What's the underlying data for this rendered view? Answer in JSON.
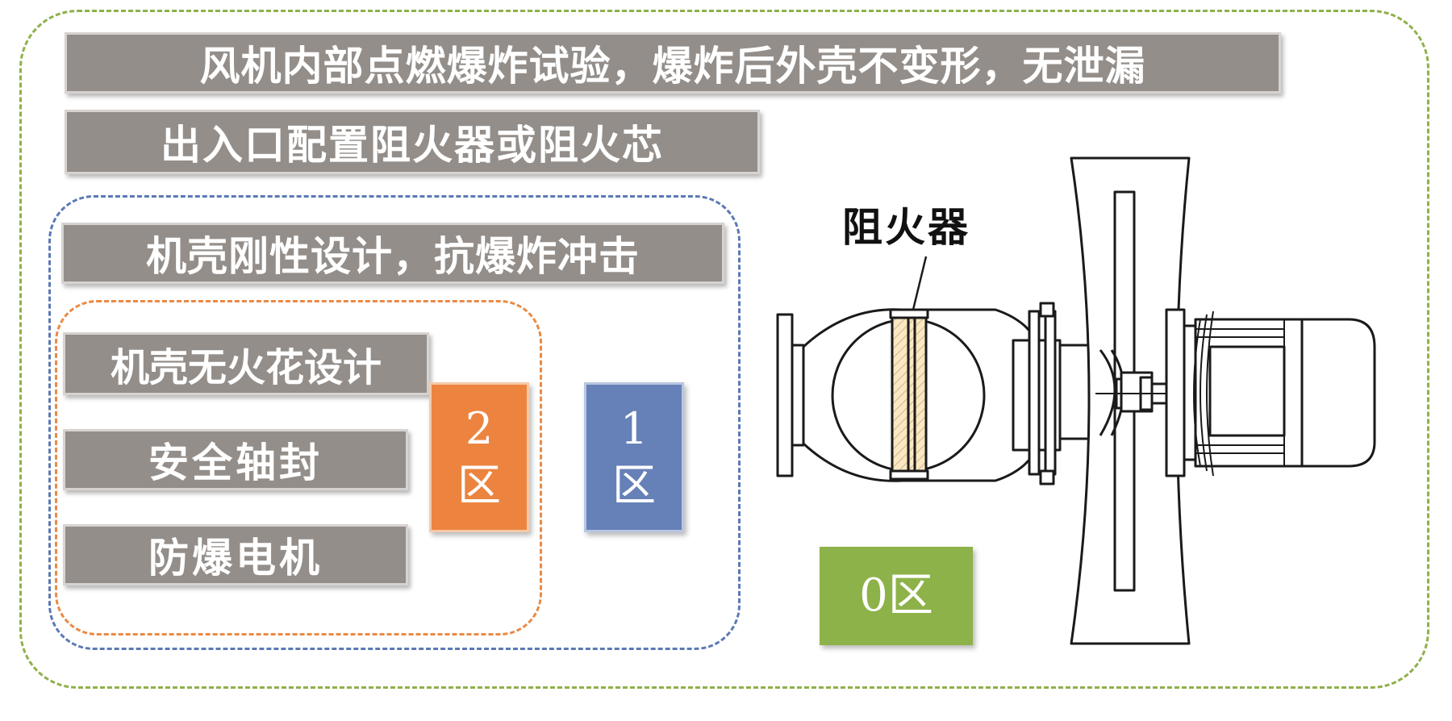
{
  "labels": {
    "internal_test": "风机内部点燃爆炸试验，爆炸后外壳不变形，无泄漏",
    "arrester_config": "出入口配置阻火器或阻火芯",
    "rigid_casing": "机壳刚性设计，抗爆炸冲击",
    "no_spark_casing": "机壳无火花设计",
    "safety_seal": "安全轴封",
    "explosion_proof_motor": "防爆电机"
  },
  "zones": {
    "zone2": {
      "number": "2",
      "char": "区"
    },
    "zone1": {
      "number": "1",
      "char": "区"
    },
    "zone0": {
      "number": "0",
      "char": "区"
    }
  },
  "diagram": {
    "arrester_label": "阻火器"
  },
  "colors": {
    "label_bg": "#948e8a",
    "zone2": "#ec843f",
    "zone1": "#6681b7",
    "zone0": "#8db249",
    "frame_green": "#8fb04a",
    "frame_blue": "#5b79b4",
    "frame_orange": "#ea8a45",
    "arrester_fill": "#fdf0d2"
  }
}
